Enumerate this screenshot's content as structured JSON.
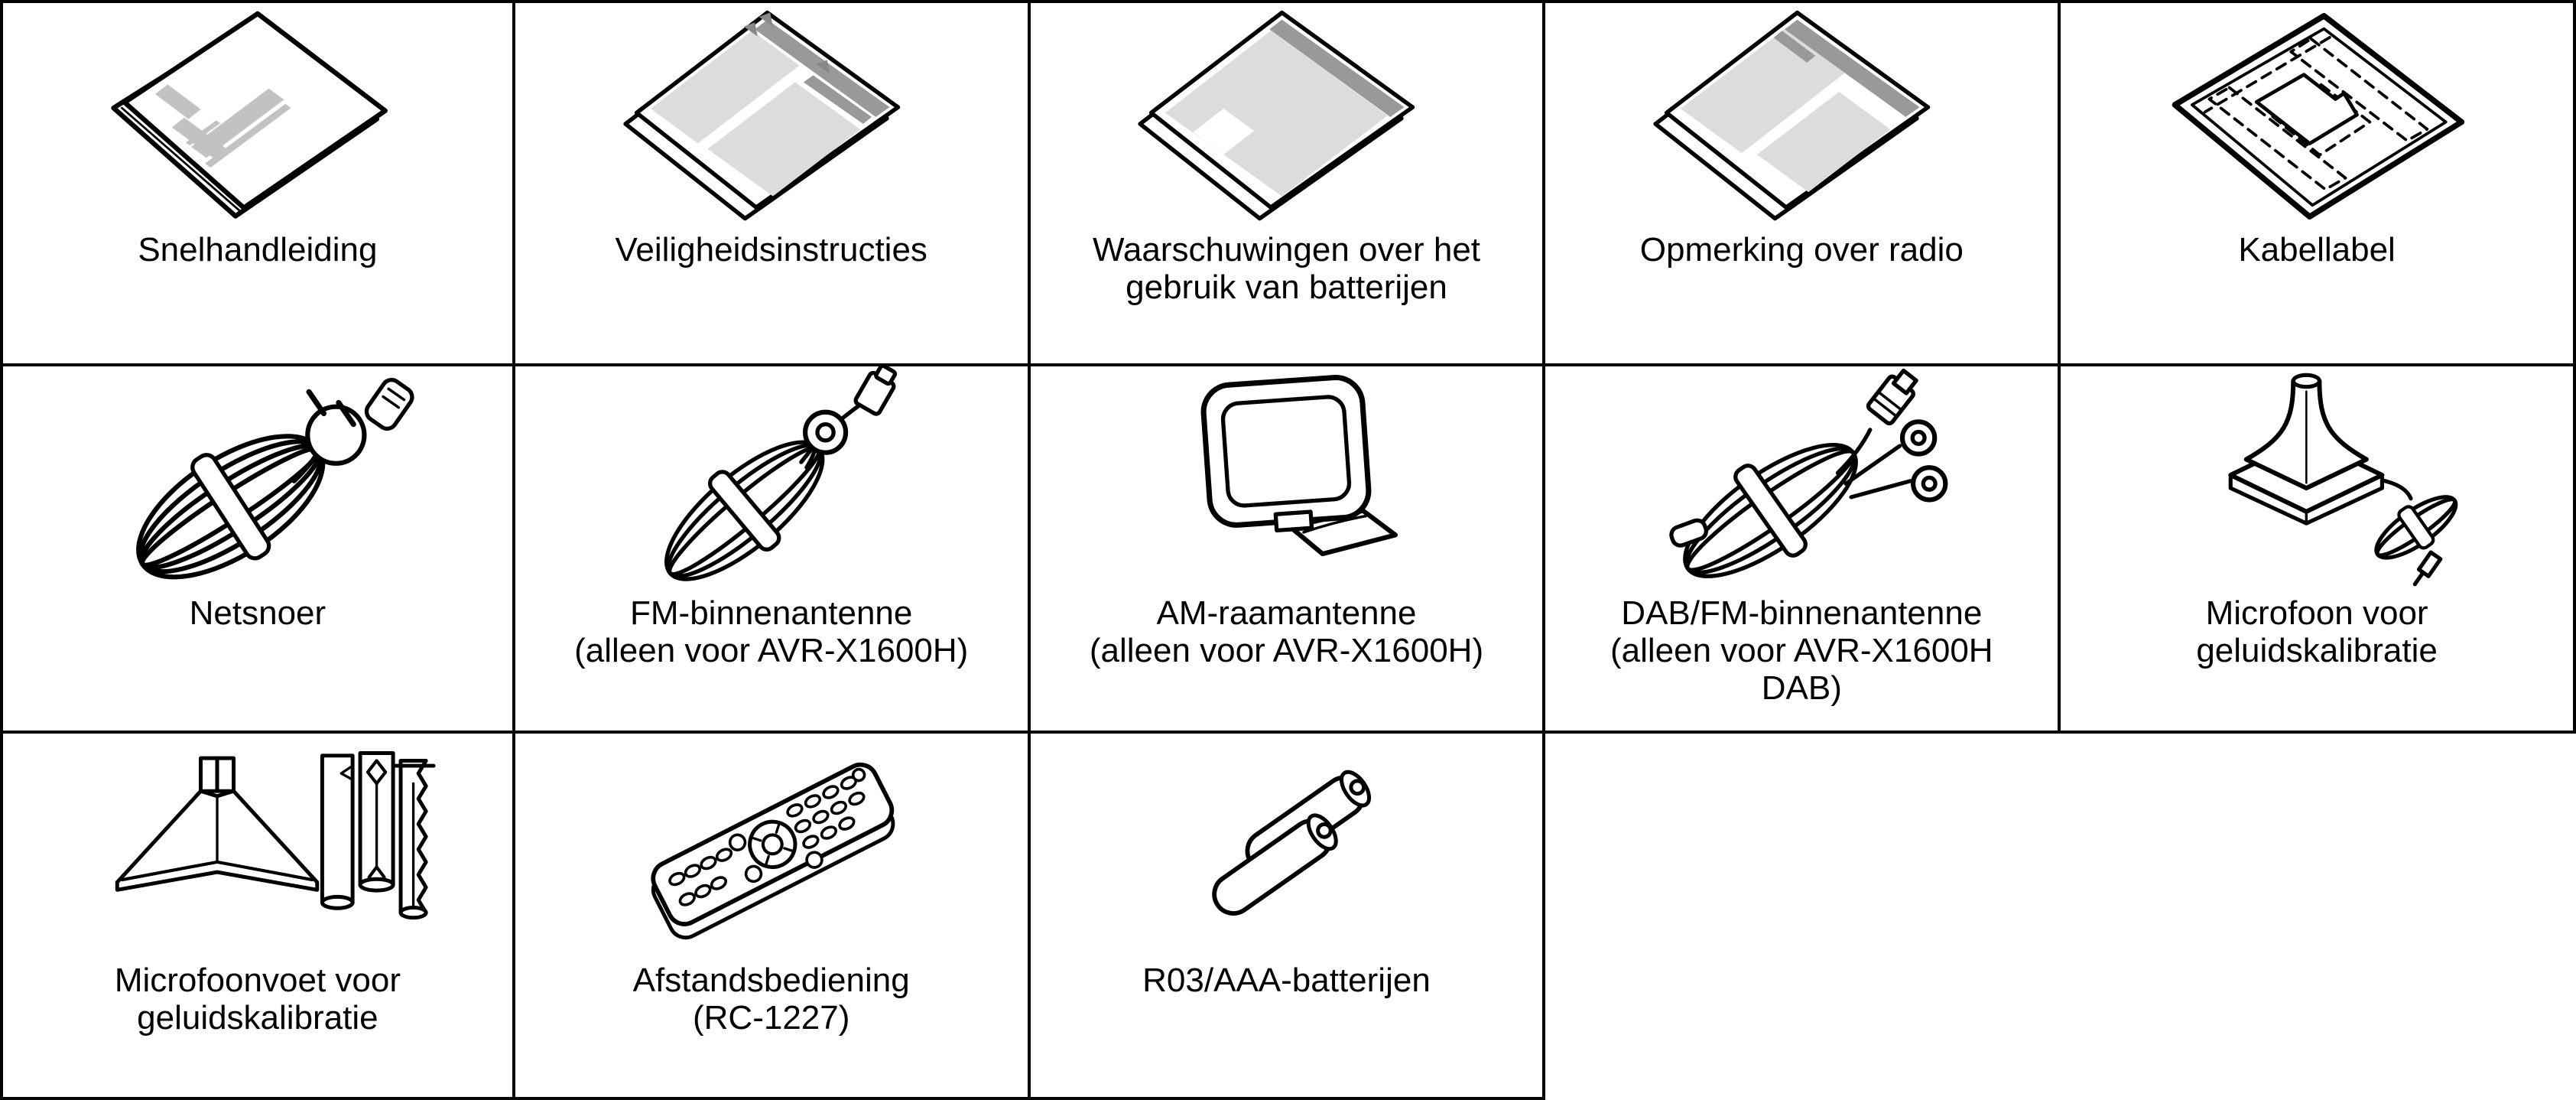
{
  "document": {
    "title_visible": false,
    "type": "accessories-packing-list-table",
    "language": "Dutch"
  },
  "colors": {
    "background": "#ffffff",
    "border": "#000000",
    "line_art": "#000000",
    "paper_gray": "#dcdcdc",
    "accent_gray": "#999999",
    "booklet_bar_gray": "#c2c2c2",
    "text": "#000000"
  },
  "grid": {
    "rows": [
      {
        "cells": [
          {
            "icon": "quick-start-guide-icon",
            "label": "Snelhandleiding"
          },
          {
            "icon": "safety-instructions-leaflet-icon",
            "label": "Veiligheidsinstructies"
          },
          {
            "icon": "battery-warning-leaflet-icon",
            "label": "Waarschuwingen over het\ngebruik van batterijen"
          },
          {
            "icon": "radio-note-leaflet-icon",
            "label": "Opmerking over radio"
          },
          {
            "icon": "cable-label-sheet-icon",
            "label": "Kabellabel"
          }
        ]
      },
      {
        "cells": [
          {
            "icon": "power-cord-icon",
            "label": "Netsnoer"
          },
          {
            "icon": "fm-indoor-antenna-icon",
            "label": "FM-binnenantenne\n(alleen voor AVR-X1600H)"
          },
          {
            "icon": "am-loop-antenna-icon",
            "label": "AM-raamantenne\n(alleen voor AVR-X1600H)"
          },
          {
            "icon": "dab-fm-indoor-antenna-icon",
            "label": "DAB/FM-binnenantenne\n(alleen voor AVR-X1600H\nDAB)"
          },
          {
            "icon": "sound-calibration-microphone-icon",
            "label": "Microfoon voor\ngeluidskalibratie"
          }
        ]
      },
      {
        "cells": [
          {
            "icon": "microphone-stand-icon",
            "label": "Microfoonvoet voor\ngeluidskalibratie"
          },
          {
            "icon": "remote-control-icon",
            "label": "Afstandsbediening\n(RC-1227)"
          },
          {
            "icon": "aaa-batteries-icon",
            "label": "R03/AAA-batterijen"
          }
        ]
      }
    ]
  }
}
